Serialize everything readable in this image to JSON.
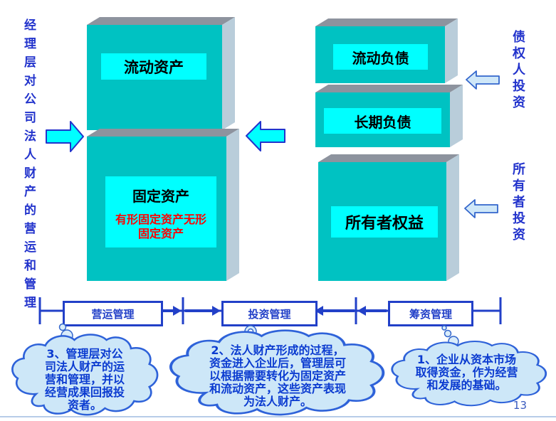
{
  "slide": {
    "page_number": "13"
  },
  "annotations": {
    "manager": "经理层对公司法人财产的营运和管理",
    "creditor": "债权人投资",
    "owner": "所有者投资"
  },
  "boxes": {
    "current_assets": "流动资产",
    "fixed_assets": "固定资产",
    "fixed_assets_detail": "有形固定资产无形固定资产",
    "current_liabilities": "流动负债",
    "long_term_liabilities": "长期负债",
    "owners_equity": "所有者权益"
  },
  "timeline": {
    "operations": "营运管理",
    "investment": "投资管理",
    "financing": "筹资管理"
  },
  "clouds": {
    "note3": "3、管理层对公司法人财产的运营和管理，并以经营成果回报投资者。",
    "note2": "2、法人财产形成的过程，资金进入企业后，管理层可以根据需要转化为固定资产和流动资产，这些资产表现为法人财产。",
    "note1": "1、企业从资本市场取得资金，作为经营和发展的基础。"
  },
  "colors": {
    "box_front": "#00c2c2",
    "box_top": "#8d939e",
    "box_side": "#b9cdda",
    "label_strip": "#00ffff",
    "detail_text": "#ff0000",
    "main_blue": "#2240c8",
    "cloud_fill": "#cde7f8",
    "cloud_stroke": "#3366cc",
    "hollow_arrow_fill": "#cfe7f8",
    "solid_arrow_fill": "#00ffff"
  }
}
